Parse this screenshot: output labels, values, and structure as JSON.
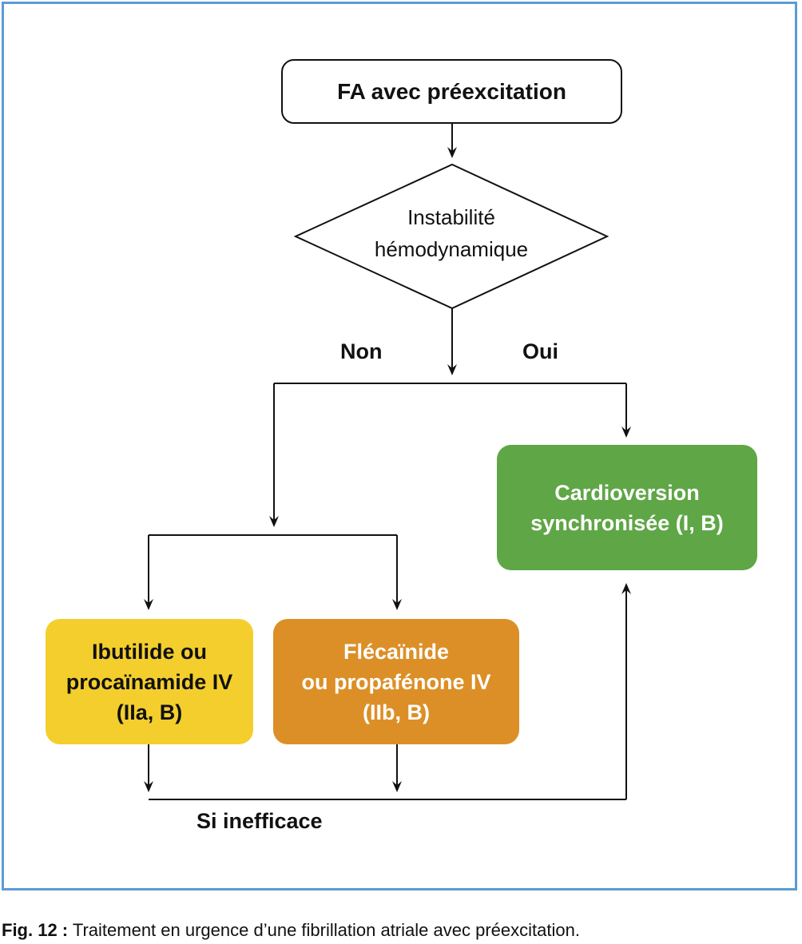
{
  "nodes": {
    "start": "FA avec préexcitation",
    "decision": {
      "line1": "Instabilité",
      "line2": "hémodynamique"
    },
    "cardioversion": {
      "line1": "Cardioversion",
      "line2": "synchronisée (I, B)"
    },
    "ibutilide": {
      "line1": "Ibutilide ou",
      "line2": "procaïnamide IV",
      "line3": "(IIa, B)"
    },
    "flecainide": {
      "line1": "Flécaïnide",
      "line2": "ou propafénone IV",
      "line3": "(IIb, B)"
    }
  },
  "labels": {
    "non": "Non",
    "oui": "Oui",
    "si_inefficace": "Si inefficace"
  },
  "caption": {
    "prefix": "Fig. 12 :",
    "text": " Traitement en urgence d’une fibrillation atriale avec préexcitation."
  },
  "colors": {
    "frame": "#5b9bd5",
    "cardioversion": "#5fa646",
    "ibutilide": "#f4ce2d",
    "flecainide": "#dc8f27"
  }
}
